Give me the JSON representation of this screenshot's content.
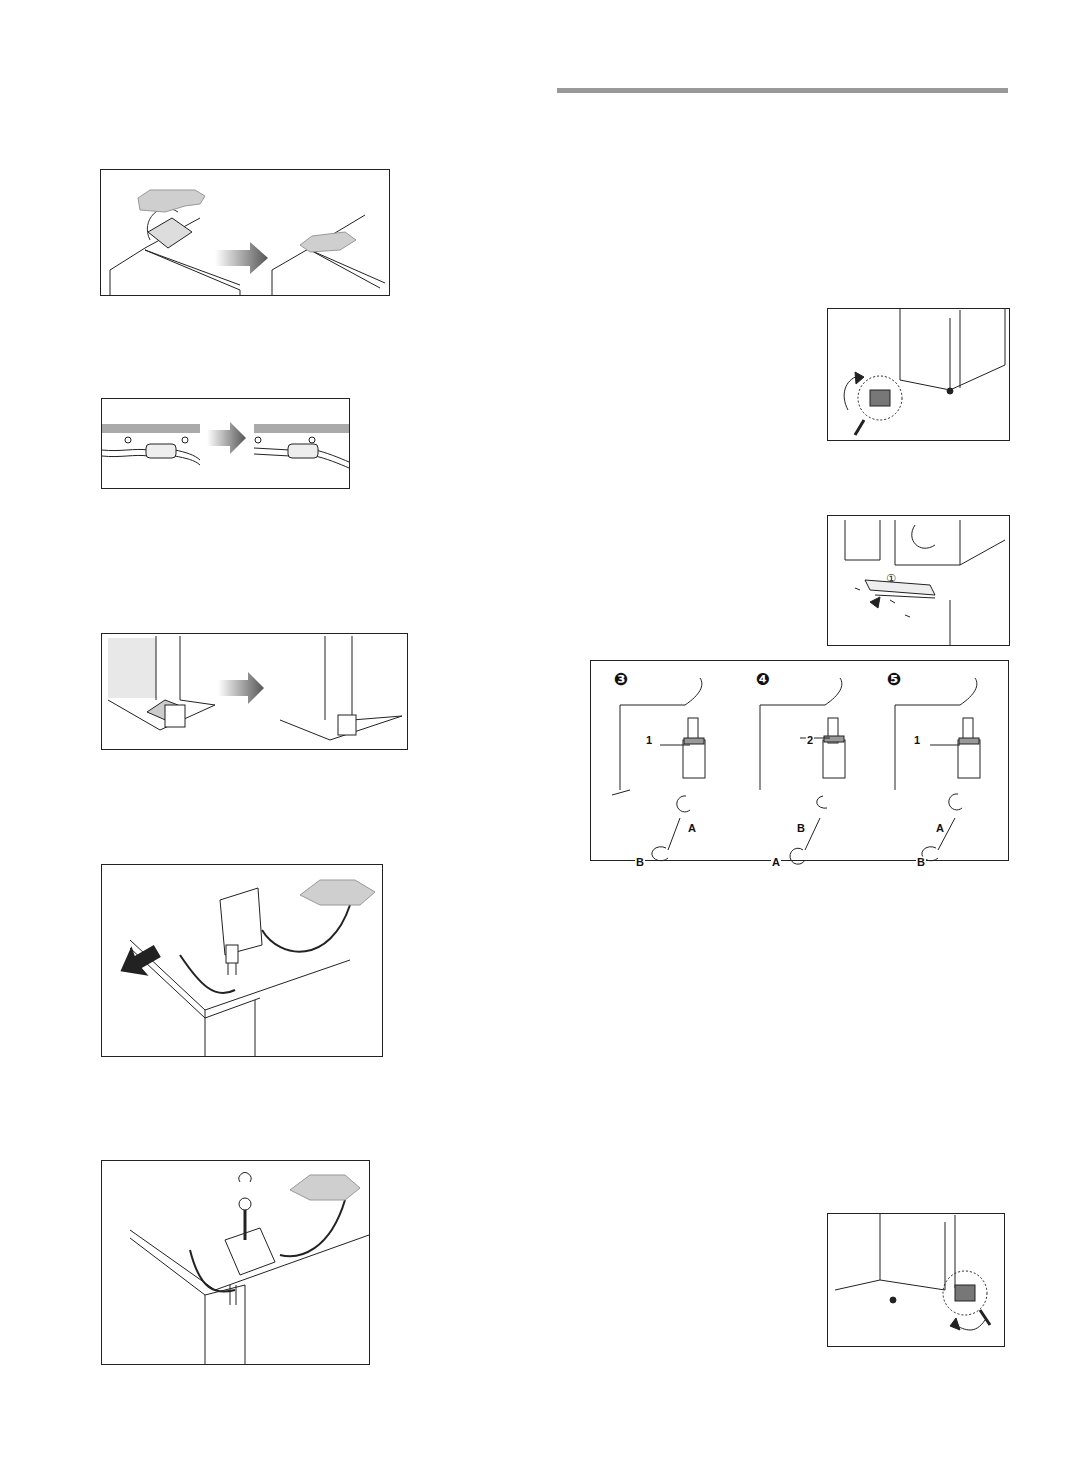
{
  "diagram": {
    "labels": [
      "❸",
      "1",
      "A",
      "B",
      "❹",
      "2",
      "B",
      "A",
      "❺",
      "1",
      "A",
      "B",
      "①"
    ]
  }
}
